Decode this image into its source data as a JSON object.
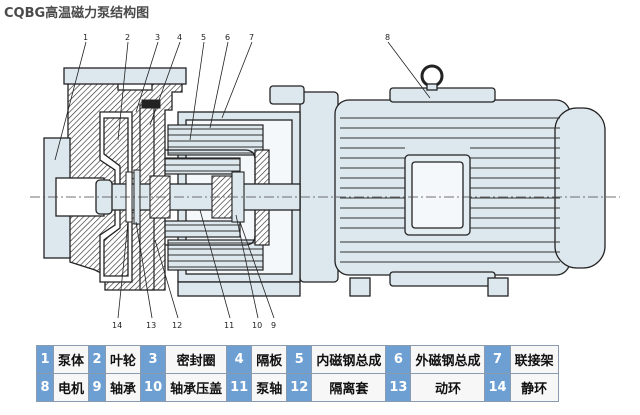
{
  "title": "CQBG高温磁力泵结构图",
  "callouts": [
    "1",
    "2",
    "3",
    "4",
    "5",
    "6",
    "7",
    "8",
    "9",
    "10",
    "11",
    "12",
    "13",
    "14"
  ],
  "legend": {
    "row1": [
      {
        "num": "1",
        "name": "泵体"
      },
      {
        "num": "2",
        "name": "叶轮"
      },
      {
        "num": "3",
        "name": "密封圈"
      },
      {
        "num": "4",
        "name": "隔板"
      },
      {
        "num": "5",
        "name": "内磁钢总成"
      },
      {
        "num": "6",
        "name": "外磁钢总成"
      },
      {
        "num": "7",
        "name": "联接架"
      }
    ],
    "row2": [
      {
        "num": "8",
        "name": "电机"
      },
      {
        "num": "9",
        "name": "轴承"
      },
      {
        "num": "10",
        "name": "轴承压盖"
      },
      {
        "num": "11",
        "name": "泵轴"
      },
      {
        "num": "12",
        "name": "隔离套"
      },
      {
        "num": "13",
        "name": "动环"
      },
      {
        "num": "14",
        "name": "静环"
      }
    ]
  },
  "colors": {
    "fill": "#dde8ee",
    "hatch": "#1a1a1a",
    "legend_number_bg": "#6e9fd3"
  }
}
